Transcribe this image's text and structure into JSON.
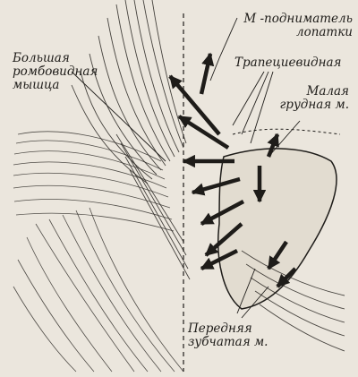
{
  "labels": {
    "levator": {
      "line1": "М -подниматель",
      "line2": "лопатки"
    },
    "trapezius": {
      "text": "Трапециевидная"
    },
    "rhomboid": {
      "line1": "Большая",
      "line2": "ромбовидная",
      "line3": "мышца"
    },
    "pectoralis_minor": {
      "line1": "Малая",
      "line2": "грудная м."
    },
    "serratus": {
      "line1": "Передняя",
      "line2": "зубчатая м."
    }
  },
  "colors": {
    "paper": "#ebe6dd",
    "ink": "#1e1c19"
  }
}
